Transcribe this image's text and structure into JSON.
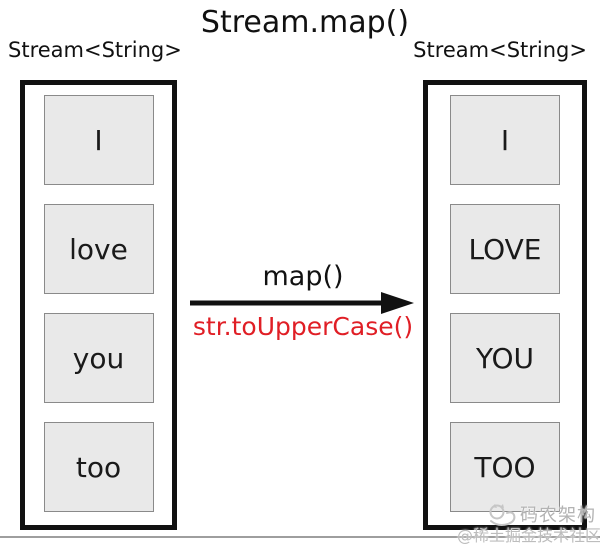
{
  "title": "Stream.map()",
  "left_stream": {
    "label": "Stream<String>",
    "items": [
      "I",
      "love",
      "you",
      "too"
    ]
  },
  "right_stream": {
    "label": "Stream<String>",
    "items": [
      "I",
      "LOVE",
      "YOU",
      "TOO"
    ]
  },
  "transform": {
    "function_label": "map()",
    "lambda_label": "str.toUpperCase()"
  },
  "watermark": {
    "brand": "码农架构",
    "community": "@稀土掘金技术社区",
    "logo_icon": "cat-logo-icon"
  },
  "colors": {
    "lambda_red": "#e01e25",
    "cell_fill": "#e9e9e9",
    "cell_border": "#8a8a8a",
    "container_border": "#111111",
    "watermark_gray": "#b3b3b3"
  }
}
